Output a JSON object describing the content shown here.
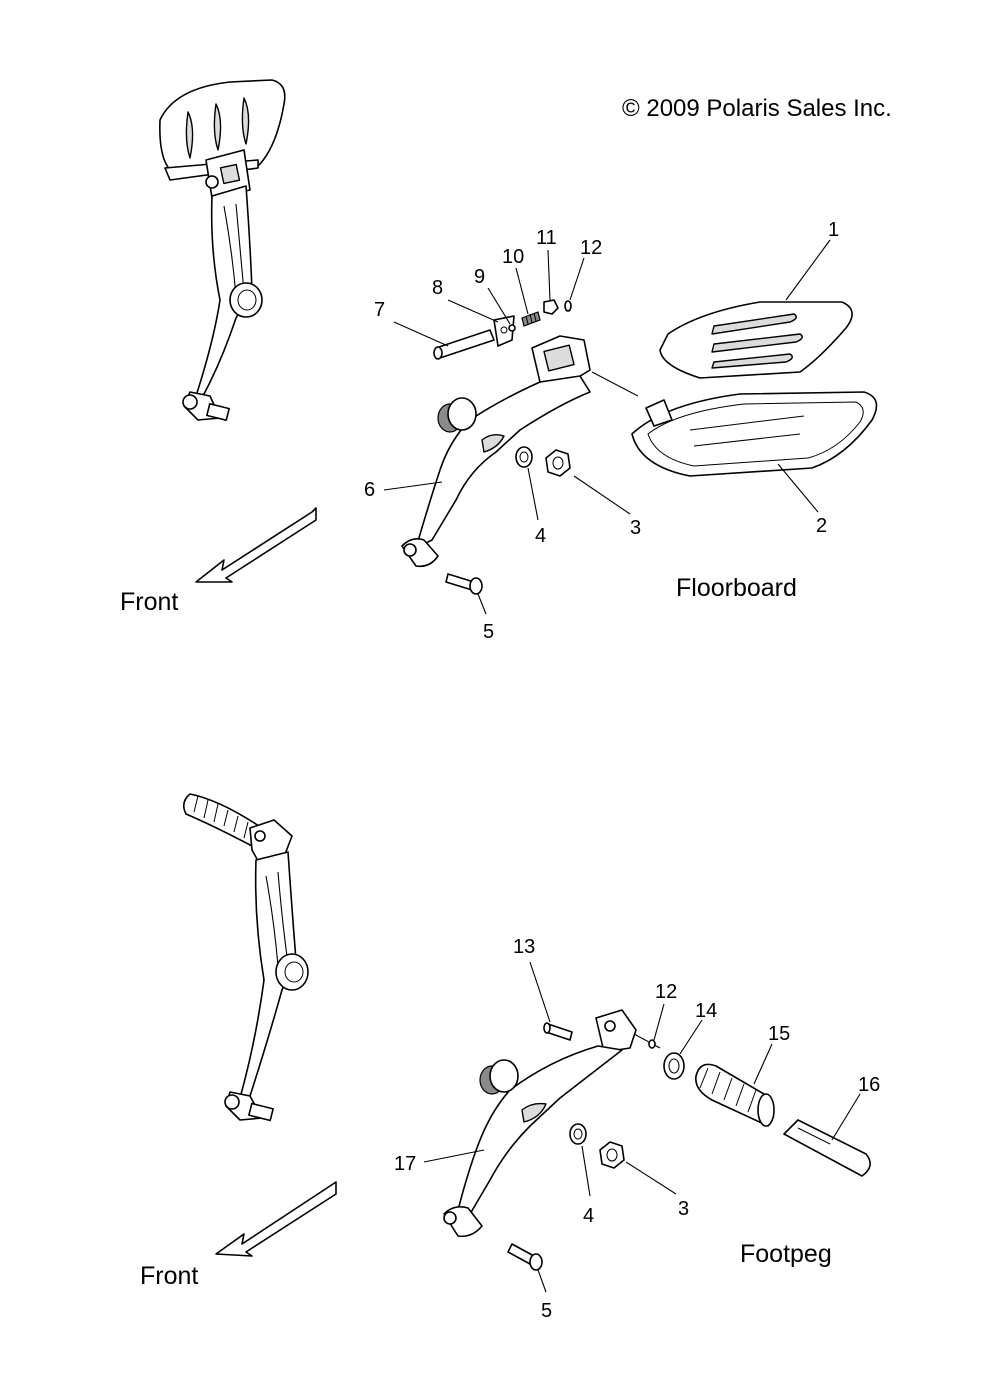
{
  "copyright": "© 2009 Polaris Sales Inc.",
  "sections": {
    "floorboard": {
      "title": "Floorboard",
      "direction_label": "Front",
      "callouts": [
        "1",
        "2",
        "3",
        "4",
        "5",
        "6",
        "7",
        "8",
        "9",
        "10",
        "11",
        "12"
      ]
    },
    "footpeg": {
      "title": "Footpeg",
      "direction_label": "Front",
      "callouts": [
        "13",
        "12",
        "14",
        "15",
        "16",
        "17",
        "4",
        "3",
        "5"
      ]
    }
  }
}
